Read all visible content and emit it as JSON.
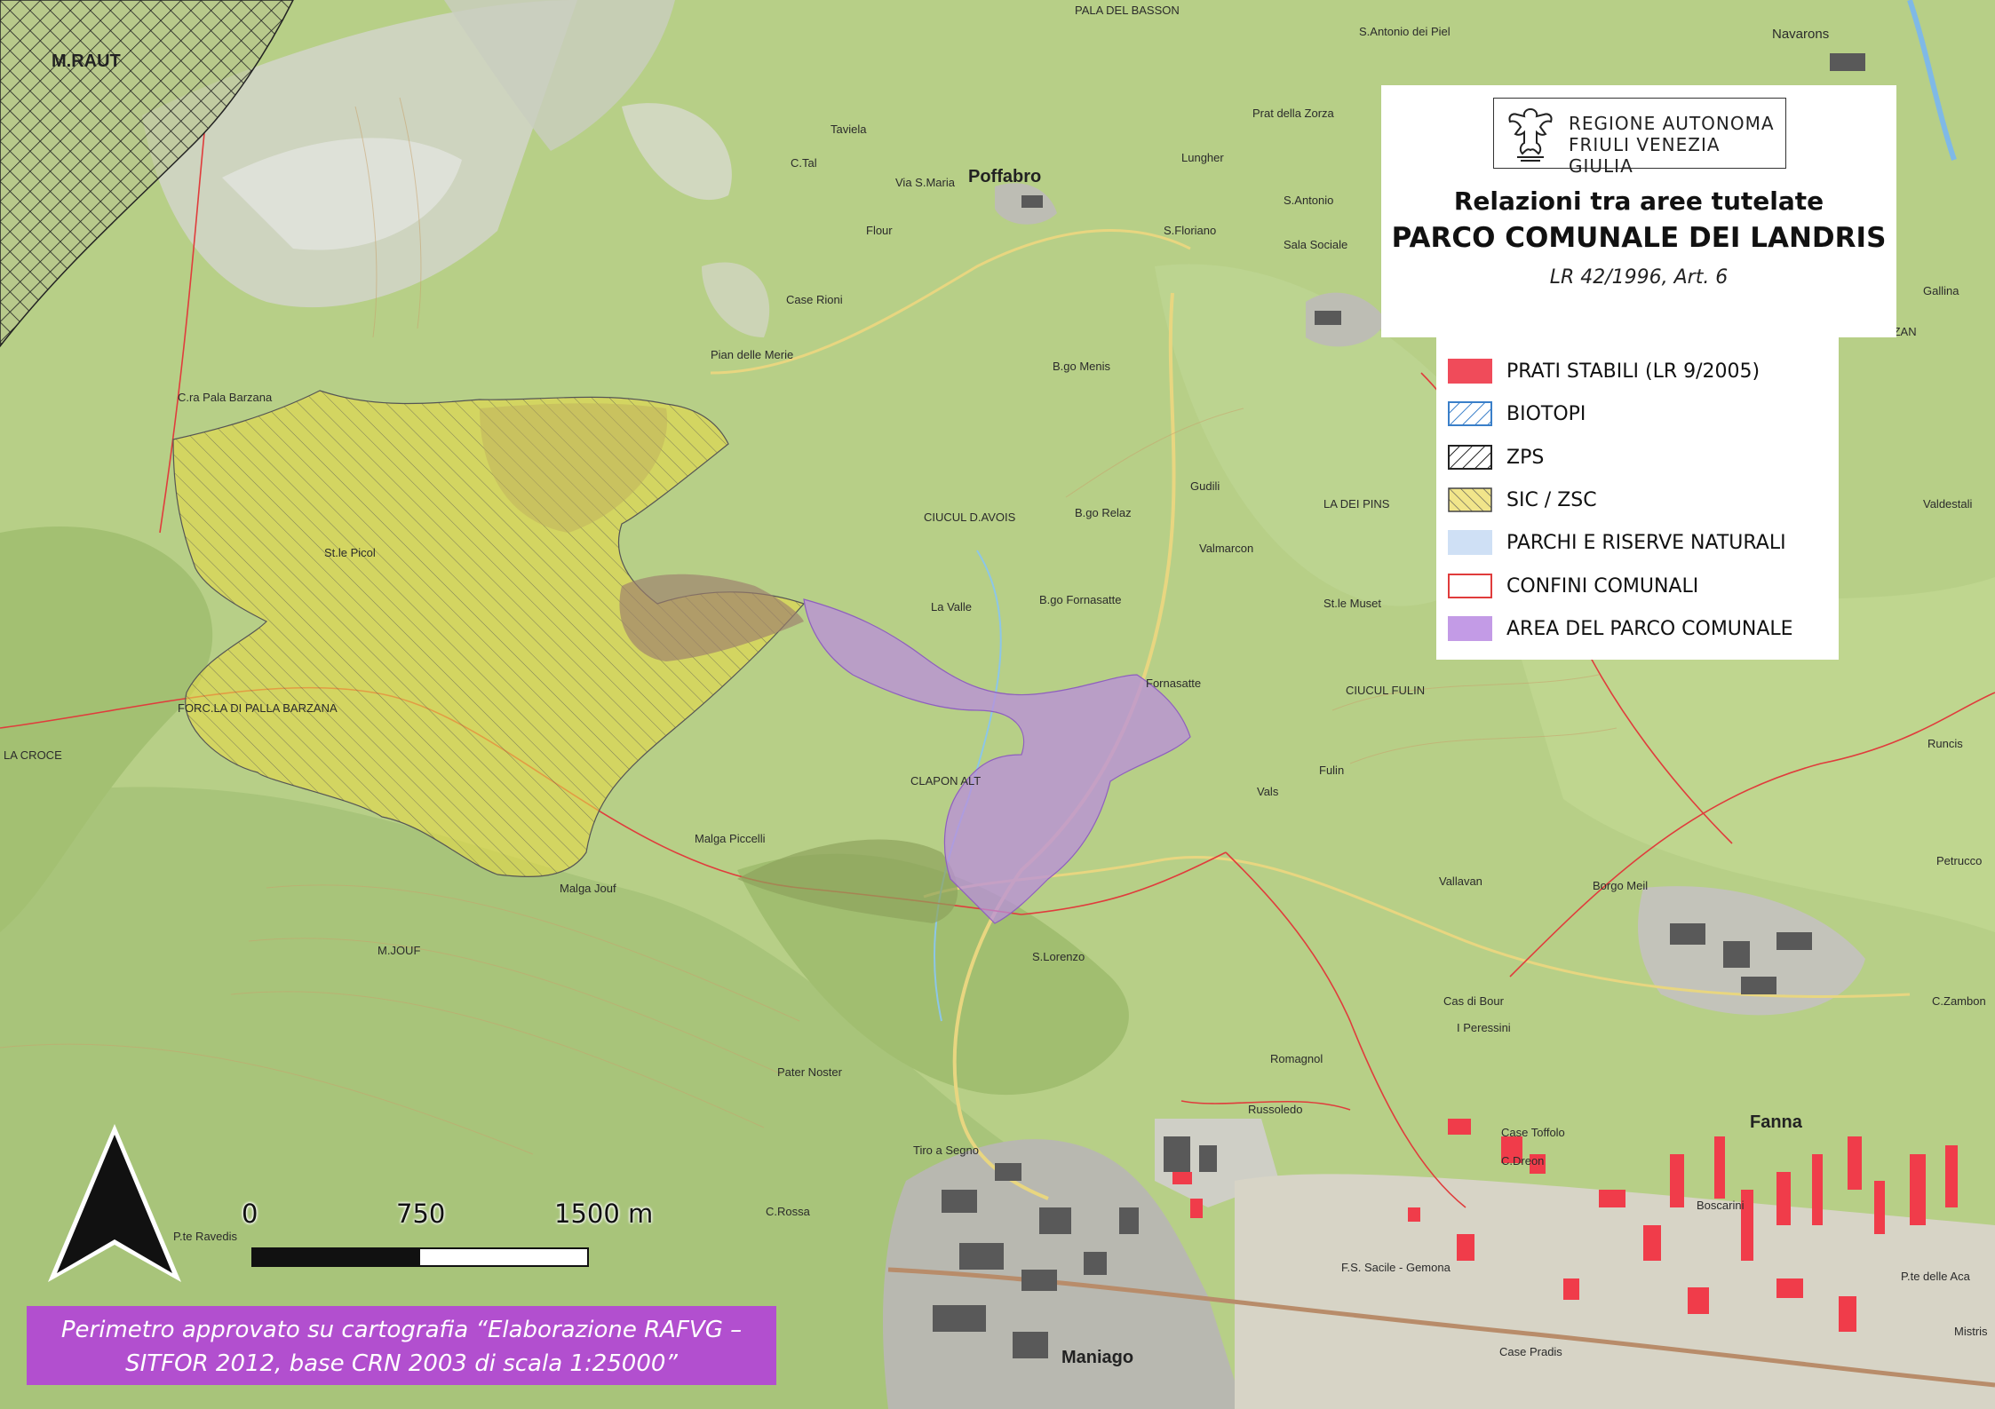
{
  "title": {
    "logo_line1": "REGIONE AUTONOMA",
    "logo_line2": "FRIULI VENEZIA GIULIA",
    "line1": "Relazioni tra aree tutelate",
    "line2": "PARCO COMUNALE DEI LANDRIS",
    "line3": "LR 42/1996, Art. 6"
  },
  "legend": {
    "items": [
      {
        "label": "PRATI STABILI (LR 9/2005)",
        "color": "#f04b5a"
      },
      {
        "label": "BIOTOPI",
        "color": "#3a7fc9"
      },
      {
        "label": "ZPS",
        "color": "#222222"
      },
      {
        "label": "SIC / ZSC",
        "color": "#e6d94e"
      },
      {
        "label": "PARCHI E RISERVE NATURALI",
        "color": "#cfe0f5"
      },
      {
        "label": "CONFINI COMUNALI",
        "color": "#e03c3c"
      },
      {
        "label": "AREA DEL PARCO COMUNALE",
        "color": "#c39be6"
      }
    ]
  },
  "scalebar": {
    "label_0": "0",
    "label_mid": "750",
    "label_end": "1500 m"
  },
  "caption": {
    "line1": "Perimetro approvato su cartografia “Elaborazione RAFVG –",
    "line2": "SITFOR 2012, base CRN 2003 di scala 1:25000”"
  },
  "map_labels": {
    "m_raut": "M.RAUT",
    "pala_del_basson": "PALA DEL BASSON",
    "navarons": "Navarons",
    "s_antonio_dei_piel": "S.Antonio dei Piel",
    "taviela": "Taviela",
    "poffabro": "Poffabro",
    "c_tal": "C.Tal",
    "via_s_maria": "Via S.Maria",
    "s_antonio": "S.Antonio",
    "s_floriano": "S.Floriano",
    "sala_sociale": "Sala Sociale",
    "case_rioni": "Case Rioni",
    "pian_delle_merie": "Pian delle Merie",
    "c_ra_pala_barzana": "C.ra Pala Barzana",
    "b_go_menis": "B.go Menis",
    "gudili": "Gudili",
    "st_le_picol": "St.le Picol",
    "ciucul_d_avois": "CIUCUL D.AVOIS",
    "b_go_relaz": "B.go Relaz",
    "valmarcon": "Valmarcon",
    "st_le_muset": "St.le Muset",
    "b_go_fornasatte": "B.go Fornasatte",
    "la_valle": "La Valle",
    "fornasatte": "Fornasatte",
    "ciucul_fulin": "CIUCUL FULIN",
    "forc_la_di_palla_barzana": "FORC.LA DI PALLA BARZANA",
    "la_croce": "LA CROCE",
    "clapon_alt": "CLAPON ALT",
    "fulin": "Fulin",
    "vals": "Vals",
    "malga_piccelli": "Malga Piccelli",
    "malga_jouf": "Malga Jouf",
    "m_jouf": "M.JOUF",
    "s_lorenzo": "S.Lorenzo",
    "vallavan": "Vallavan",
    "borgo_meil": "Borgo Meil",
    "cas_di_bour": "Cas di Bour",
    "i_peressini": "I Peressini",
    "romagnol": "Romagnol",
    "pater_noster": "Pater Noster",
    "russoledo": "Russoledo",
    "tiro_a_segno": "Tiro a Segno",
    "c_rossa": "C.Rossa",
    "p_te_ravedis": "P.te Ravedis",
    "case_toffolo": "Case Toffolo",
    "fanna": "Fanna",
    "c_dreon": "C.Dreon",
    "boscarini": "Boscarini",
    "maniago": "Maniago",
    "case_pradis": "Case Pradis",
    "runcis": "Runcis",
    "valdestali": "Valdestali",
    "petrucco": "Petrucco",
    "c_zambon": "C.Zambon",
    "la_dei_pins": "LA DEI PINS",
    "gallina": "Gallina",
    "lungher": "Lungher",
    "prat_della_zorza": "Prat della Zorza",
    "flour": "Flour",
    "zazzan": "AZZAN",
    "p_te_delle_aca": "P.te delle Aca",
    "mistris": "Mistris",
    "fs_sacile_gemona": "F.S. Sacile - Gemona"
  }
}
